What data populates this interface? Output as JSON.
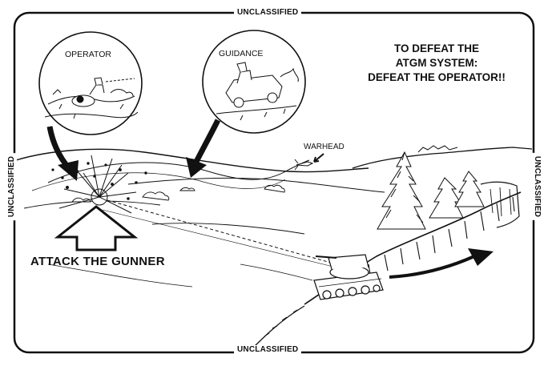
{
  "classification": {
    "top": "UNCLASSIFIED",
    "bottom": "UNCLASSIFIED",
    "left": "UNCLASSIFIED",
    "right": "UNCLASSIFIED"
  },
  "headline": {
    "line1": "TO DEFEAT THE",
    "line2": "ATGM SYSTEM:",
    "line3": "DEFEAT THE OPERATOR!!"
  },
  "callouts": {
    "operator": "OPERATOR",
    "guidance": "GUIDANCE",
    "warhead": "WARHEAD"
  },
  "action_label": "ATTACK THE GUNNER",
  "icons": [
    "up-arrow-icon",
    "pointer-arrow-icon",
    "tank-icon",
    "explosion-icon",
    "missile-icon"
  ],
  "colors": {
    "ink": "#111111",
    "paper": "#ffffff"
  }
}
